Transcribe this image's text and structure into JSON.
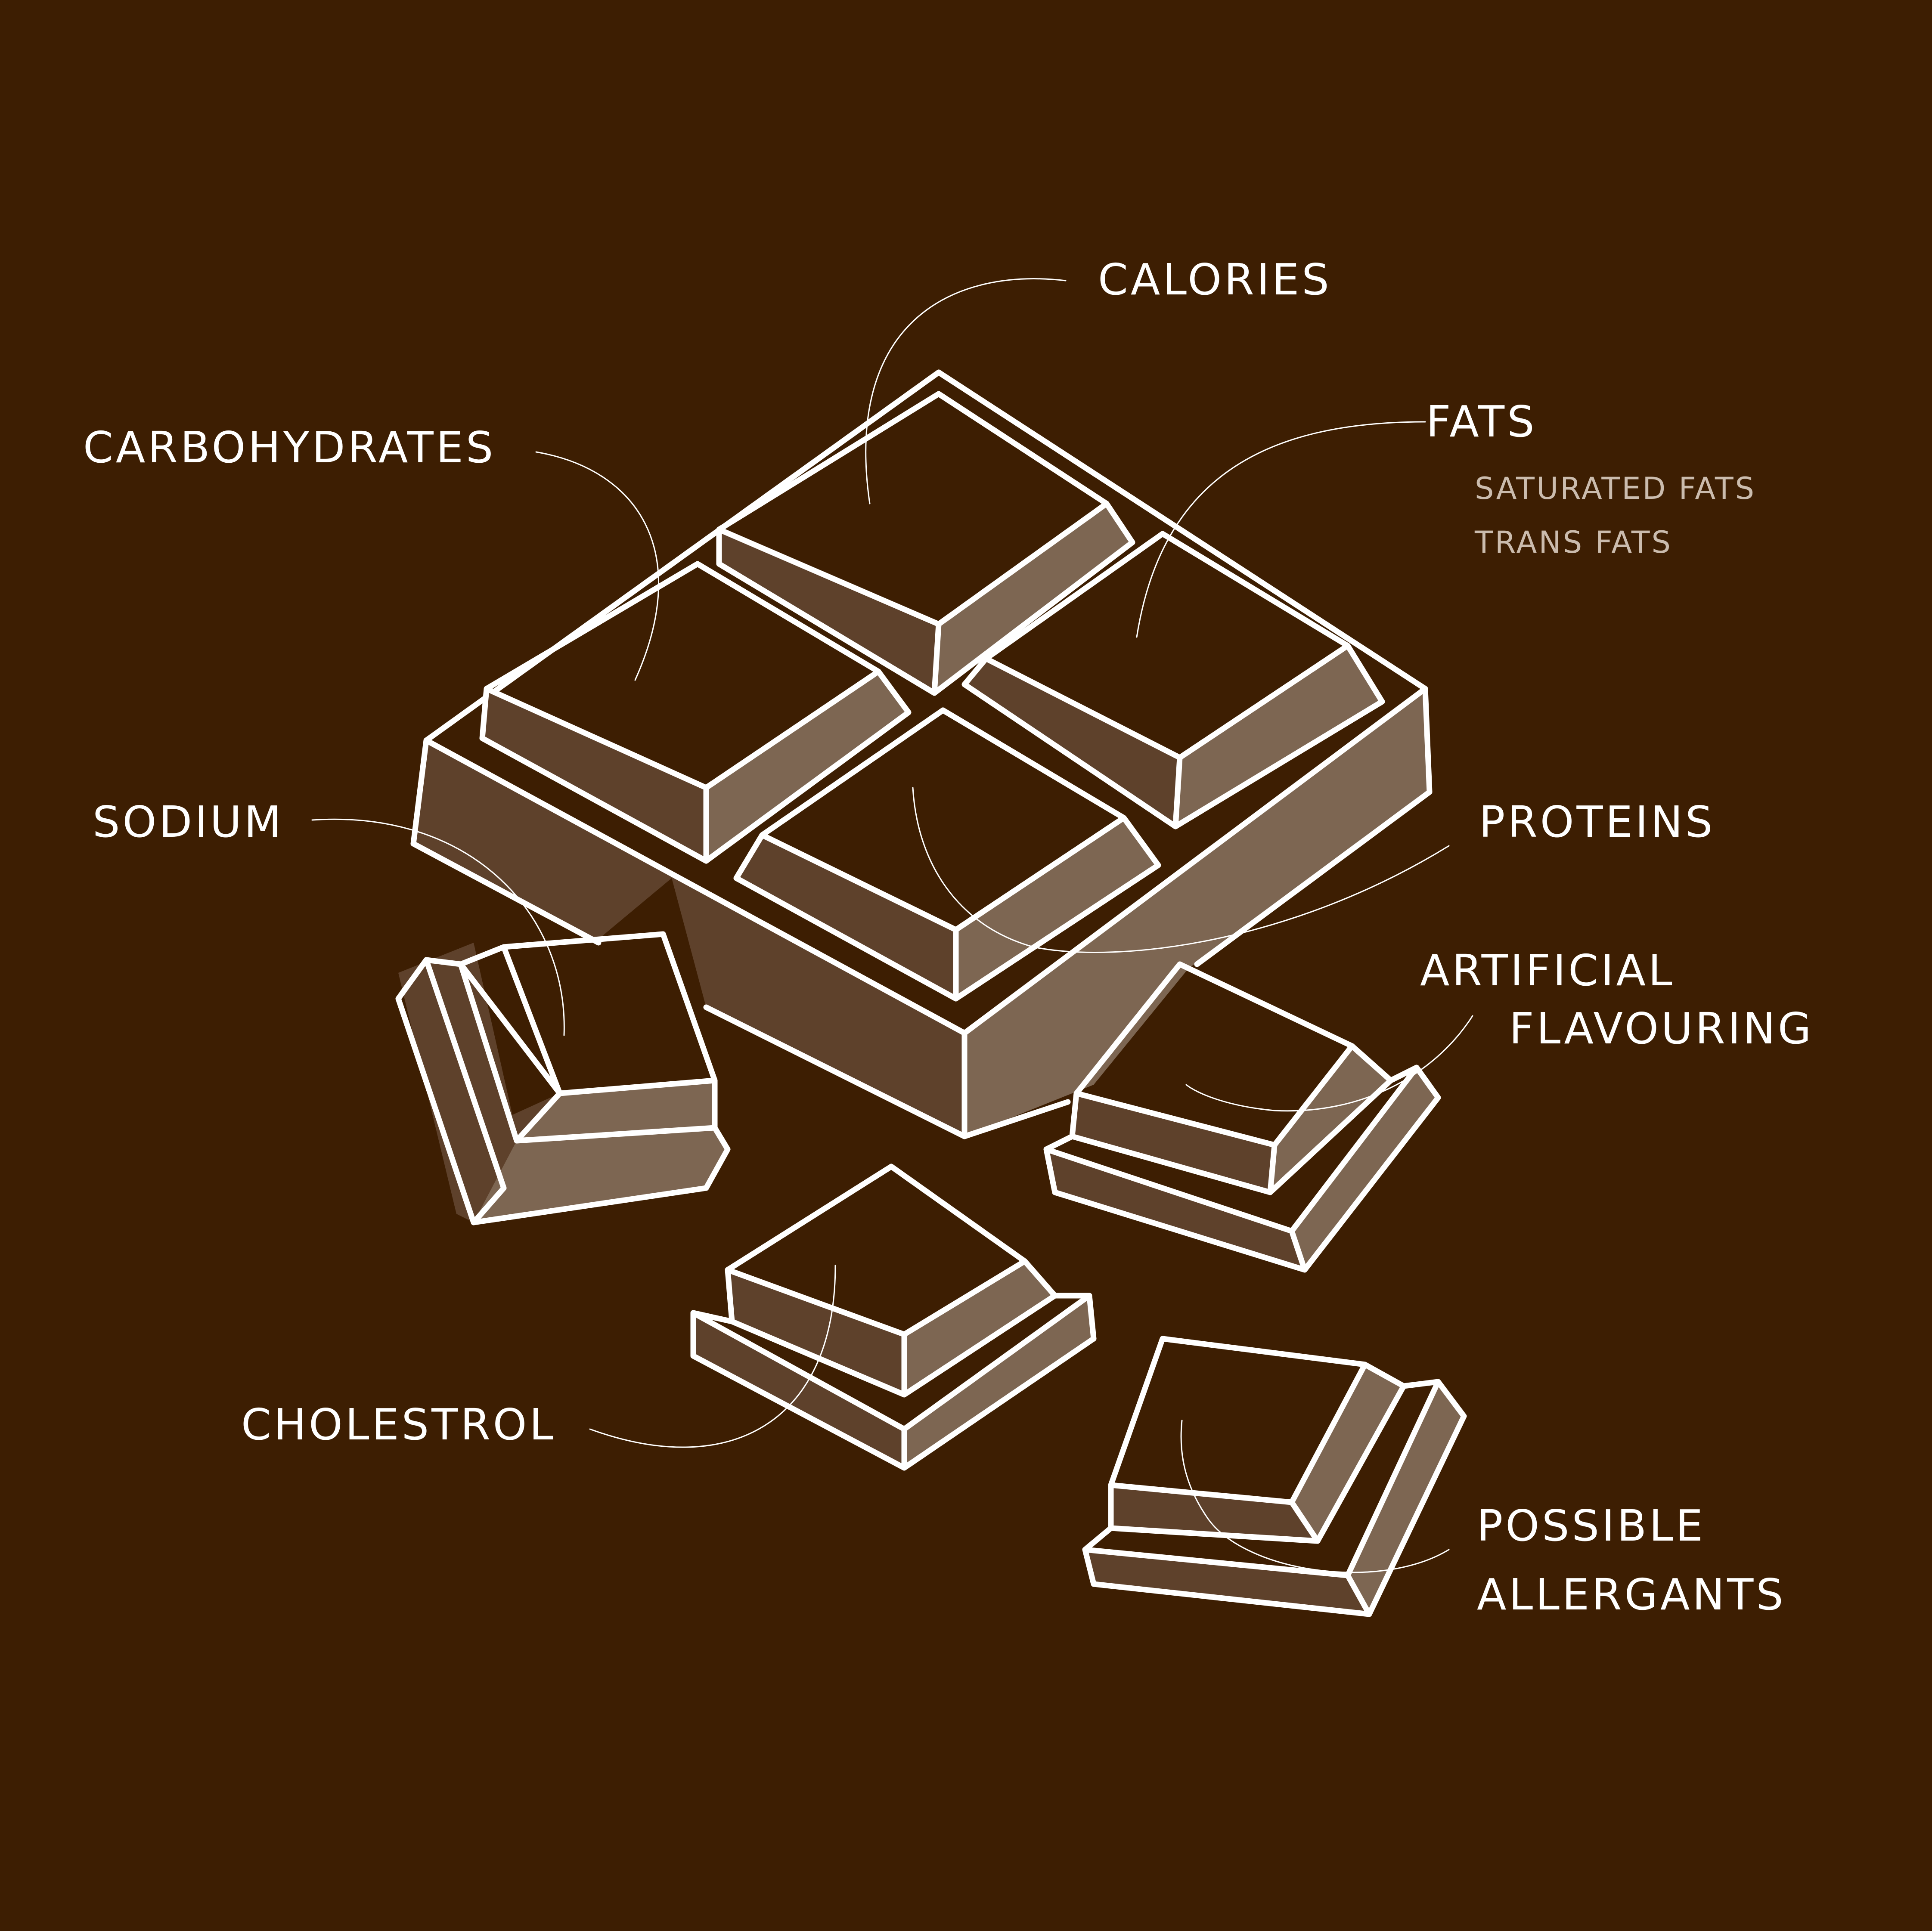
{
  "labels": {
    "calories": "CALORIES",
    "carbohydrates": "CARBOHYDRATES",
    "fats": "FATS",
    "saturated_fats": "SATURATED FATS",
    "trans_fats": "TRANS FATS",
    "sodium": "SODIUM",
    "proteins": "PROTEINS",
    "artificial_line1": "ARTIFICIAL",
    "artificial_line2": "FLAVOURING",
    "cholestrol": "CHOLESTROL",
    "possible_line1": "POSSIBLE",
    "possible_line2": "ALLERGANTS"
  },
  "colors": {
    "background": "#3d1e02",
    "outline": "#ffffff",
    "face_dark": "#5e412b",
    "face_light": "#7d6652",
    "sublabel": "#cbbcae"
  }
}
